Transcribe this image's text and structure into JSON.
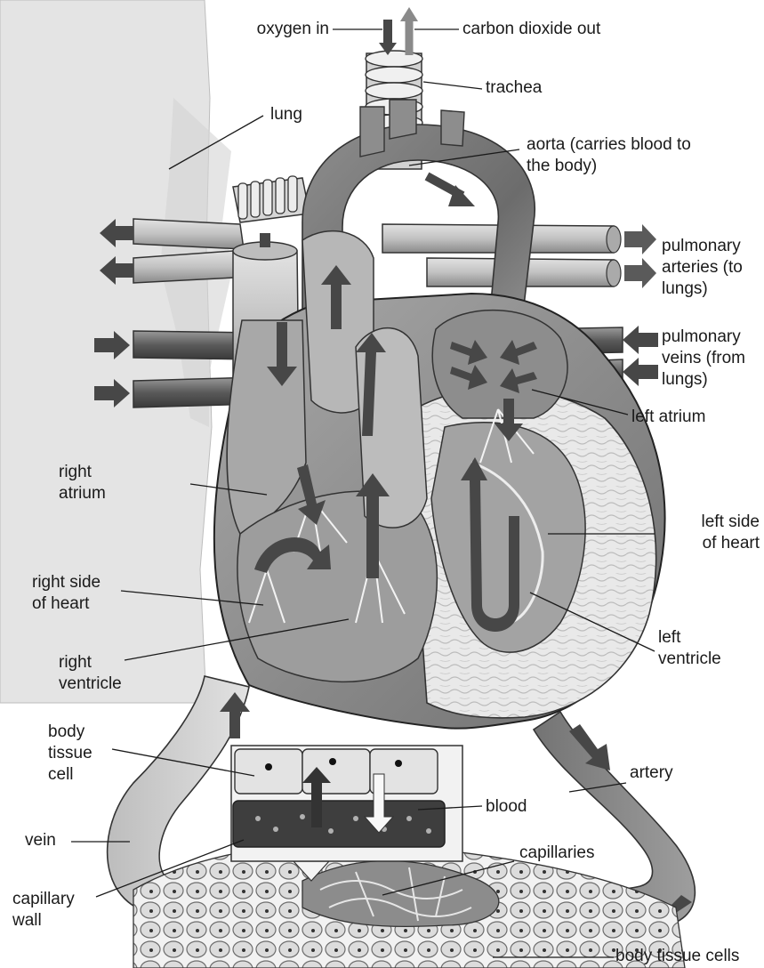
{
  "diagram": {
    "labels": {
      "oxygen_in": "oxygen in",
      "carbon_dioxide_out": "carbon dioxide out",
      "trachea": "trachea",
      "lung": "lung",
      "aorta_line1": "aorta (carries blood to",
      "aorta_line2": "the body)",
      "pulmonary_arteries_line1": "pulmonary",
      "pulmonary_arteries_line2": "arteries (to",
      "pulmonary_arteries_line3": "lungs)",
      "pulmonary_veins_line1": "pulmonary",
      "pulmonary_veins_line2": "veins (from",
      "pulmonary_veins_line3": "lungs)",
      "left_atrium": "left atrium",
      "right_atrium_line1": "right",
      "right_atrium_line2": "atrium",
      "left_side_line1": "left side",
      "left_side_line2": "of heart",
      "right_side_line1": "right side",
      "right_side_line2": "of heart",
      "left_ventricle_line1": "left",
      "left_ventricle_line2": "ventricle",
      "right_ventricle_line1": "right",
      "right_ventricle_line2": "ventricle",
      "body_tissue_cell_line1": "body",
      "body_tissue_cell_line2": "tissue",
      "body_tissue_cell_line3": "cell",
      "artery": "artery",
      "blood": "blood",
      "vein": "vein",
      "capillaries": "capillaries",
      "capillary_wall_line1": "capillary",
      "capillary_wall_line2": "wall",
      "body_tissue_cells": "body tissue cells"
    },
    "colors": {
      "ink": "#1a1a1a",
      "dark_vessel": "#5e5e5e",
      "light_vessel": "#c9c9c9",
      "heart_wall": "#8f8f8f",
      "chamber": "#b3b3b3",
      "arrow": "#474747",
      "background_page": "#e6e6e6"
    }
  }
}
